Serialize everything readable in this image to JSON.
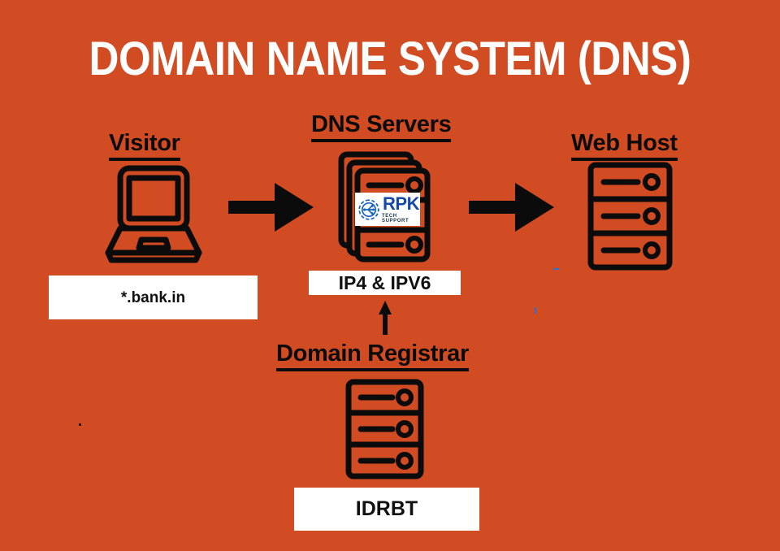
{
  "page": {
    "title": "DOMAIN NAME SYSTEM (DNS)",
    "background_color": "#d24c23",
    "ink_color": "#0b0b0b",
    "box_color": "#ffffff"
  },
  "nodes": {
    "visitor": {
      "caption": "Visitor",
      "icon": "laptop-icon",
      "value_box": "*.bank.in"
    },
    "dns_servers": {
      "caption": "DNS Servers",
      "icon": "stacked-servers-icon",
      "value_box": "IP4 & IPV6",
      "logo": {
        "name": "RPK",
        "tagline": "TECH SUPPORT",
        "icon": "gear-circuit-icon",
        "color": "#1649a8"
      }
    },
    "web_host": {
      "caption": "Web Host",
      "icon": "server-rack-icon"
    },
    "domain_registrar": {
      "caption": "Domain Registrar",
      "icon": "server-rack-icon",
      "value_box": "IDRBT"
    }
  },
  "connectors": [
    {
      "name": "visitor-to-dns",
      "direction": "right"
    },
    {
      "name": "dns-to-webhost",
      "direction": "right"
    },
    {
      "name": "registrar-to-dns",
      "direction": "up"
    }
  ]
}
